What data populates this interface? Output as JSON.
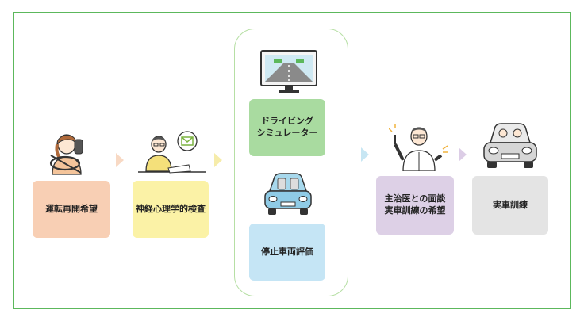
{
  "steps": {
    "restart_wish": {
      "label": "運転再開希望",
      "color": "#f8cfb4"
    },
    "neuro_test": {
      "label": "神経心理学的検査",
      "color": "#fbf2a6"
    },
    "driving_simulator": {
      "label": "ドライビング\nシミュレーター",
      "color": "#a9dba0"
    },
    "stopped_vehicle_eval": {
      "label": "停止車両評価",
      "color": "#c5e5f5"
    },
    "doctor_interview": {
      "label": "主治医との面談\n実車訓練の希望",
      "color": "#ddd0e6"
    },
    "real_car_training": {
      "label": "実車訓練",
      "color": "#e4e4e4"
    }
  },
  "arrows": [
    {
      "color": "#f8d9c4"
    },
    {
      "color": "#f6ecaa"
    },
    {
      "color": "#c7e6f3"
    },
    {
      "color": "#dccde6"
    }
  ],
  "illustrations": [
    "woman-driver-icon",
    "psychologist-desk-icon",
    "simulator-monitor-icon",
    "stopped-car-icon",
    "doctor-icon",
    "car-with-passengers-icon"
  ]
}
